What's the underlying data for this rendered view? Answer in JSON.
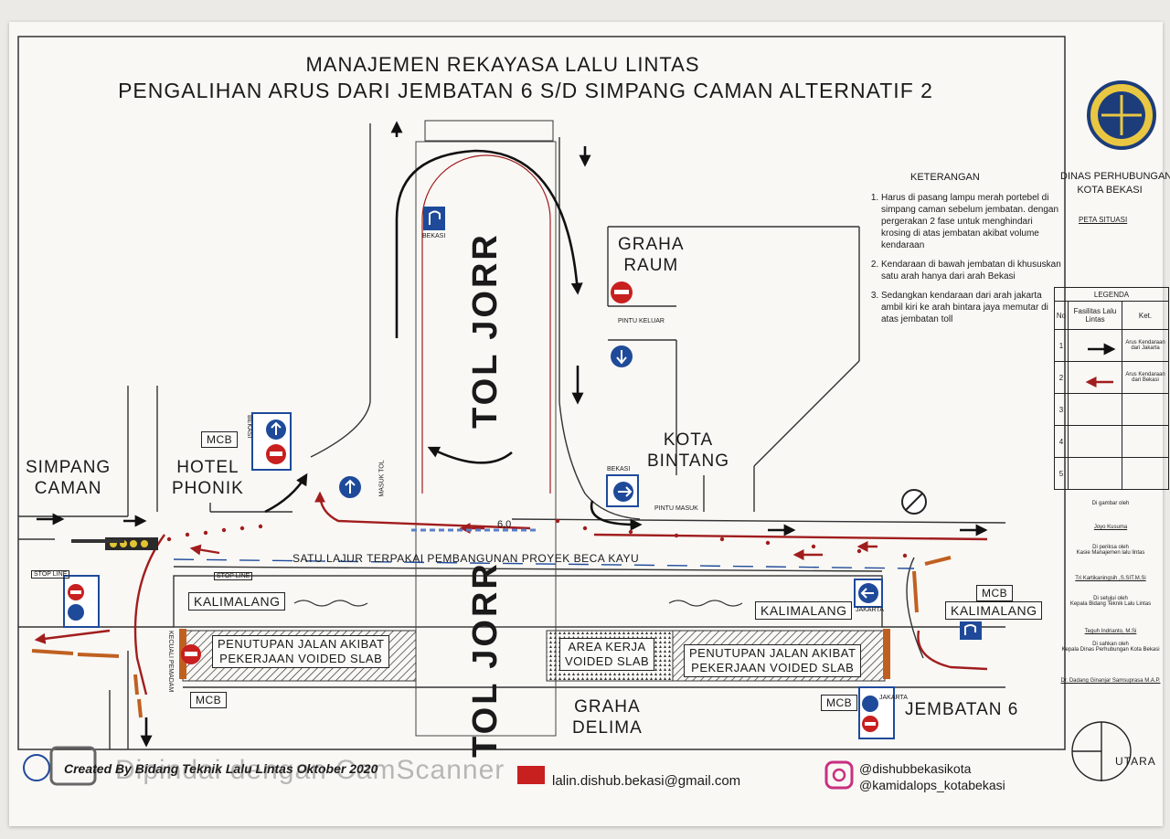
{
  "title": {
    "line1": "MANAJEMEN REKAYASA LALU LINTAS",
    "line2": "PENGALIHAN ARUS DARI JEMBATAN 6 S/D SIMPANG CAMAN ALTERNATIF 2"
  },
  "map": {
    "tol_jorr_upper": "TOL JORR",
    "tol_jorr_lower": "TOL JORR",
    "graha_raum": "GRAHA\nRAUM",
    "kota_bintang": "KOTA\nBINTANG",
    "simpang_caman": "SIMPANG\nCAMAN",
    "hotel_phonik": "HOTEL\nPHONIK",
    "graha_delima": "GRAHA\nDELIMA",
    "jembatan6": "JEMBATAN 6",
    "kalimalang_left": "KALIMALANG",
    "kalimalang_mid": "KALIMALANG",
    "kalimalang_right": "KALIMALANG",
    "satu_lajur": "SATU LAJUR TERPAKAI PEMBANGUNAN PROYEK BECA KAYU",
    "penutupan_left": "PENUTUPAN JALAN AKIBAT\nPEKERJAAN VOIDED SLAB",
    "area_kerja": "AREA KERJA\nVOIDED SLAB",
    "penutupan_right": "PENUTUPAN JALAN AKIBAT\nPEKERJAAN VOIDED SLAB",
    "mcb_top": "MCB",
    "mcb_bottom_left": "MCB",
    "mcb_bottom_right": "MCB",
    "mcb_right": "MCB",
    "pintu_keluar": "PINTU KELUAR",
    "pintu_masuk": "PINTU MASUK",
    "masuk_tol": "MASUK TOL",
    "bekasi_top": "BEKASI",
    "bekasi_mid": "BEKASI",
    "bekasi_sign": "BEKASI",
    "jakarta_sign": "JAKARTA",
    "jakarta_post": "JAKARTA",
    "kecuali_pemadam": "KECUALI PEMADAM",
    "stop_line_left": "STOP LINE",
    "stop_line_mid": "STOP LINE",
    "lebar": "6,0"
  },
  "keterangan": {
    "title": "KETERANGAN",
    "items": [
      "Harus di pasang lampu merah portebel di simpang caman sebelum jembatan. dengan pergerakan 2 fase untuk menghindari krosing di atas jembatan akibat volume kendaraan",
      "Kendaraan di bawah jembatan di khususkan satu arah hanya dari arah Bekasi",
      "Sedangkan kendaraan dari arah jakarta ambil kiri ke arah bintara jaya memutar di atas jembatan toll"
    ]
  },
  "side": {
    "org": "DINAS PERHUBUNGAN\nKOTA BEKASI",
    "peta": "PETA SITUASI"
  },
  "legend": {
    "title": "LEGENDA",
    "col_no": "No",
    "col_fasilitas": "Fasilitas Lalu Lintas",
    "col_ket": "Ket.",
    "rows": [
      {
        "no": "1",
        "ket": "Arus Kendaraan dari Jakarta"
      },
      {
        "no": "2",
        "ket": "Arus Kendaraan dari Bekasi"
      },
      {
        "no": "3",
        "ket": ""
      },
      {
        "no": "4",
        "ket": ""
      },
      {
        "no": "5",
        "ket": ""
      }
    ]
  },
  "signatures": {
    "drawn_by": "Di gambar oleh",
    "drawn_name": "Joyo Kusuma",
    "checked_by": "Di periksa oleh\nKasie Manajemen lalu lintas",
    "checked_name": "Tri Kartikaningsih ,S.SIT.M.Si",
    "agreed_by": "Di setujui oleh\nKepala Bidang Teknik Lalu Lintas",
    "agreed_name": "Teguh Indrianto, M.Si",
    "approved_by": "Di sahkan oleh\nKepala Dinas Perhubungan Kota Bekasi",
    "approved_name": "Dr. Dadang Ginanjar Samsuprasa M.A.P."
  },
  "footer": {
    "credit": "Created By Bidang Teknik Lalu Lintas Oktober 2020",
    "watermark": "Dipindai dengan CamScanner",
    "email": "lalin.dishub.bekasi@gmail.com",
    "ig1": "@dishubbekasikota",
    "ig2": "@kamidalops_kotabekasi",
    "utara": "UTARA"
  },
  "colors": {
    "flow_jakarta": "#111111",
    "flow_bekasi": "#a11d1d",
    "sign_blue": "#1f4a9a",
    "sign_red": "#c81f1f"
  }
}
